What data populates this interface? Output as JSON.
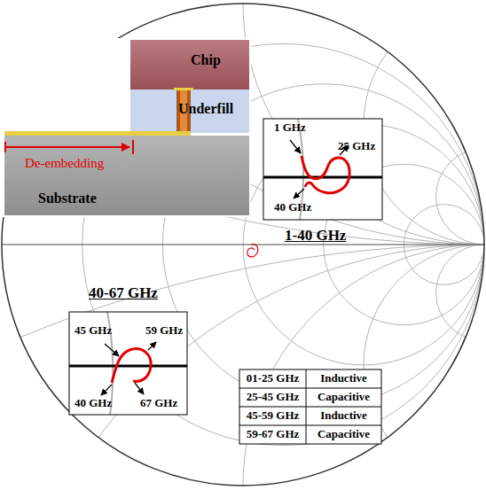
{
  "diagram": {
    "nodes": [
      {
        "text": [
          "Chip"
        ]
      },
      {
        "text": [
          "Underfill"
        ]
      },
      {
        "text": [
          "Substrate"
        ]
      },
      {
        "text": [
          "1 GHz",
          "25 GHz",
          "40 GHz",
          "1-40 GHz"
        ]
      },
      {
        "text": [
          "40-67 GHz",
          "45 GHz",
          "59 GHz",
          "40 GHz",
          "67 GHz"
        ]
      }
    ],
    "labels": [
      "De-embedding",
      "01-25 GHz",
      "Inductive",
      "25-45 GHz",
      "Capacitive",
      "45-59 GHz",
      "Inductive",
      "59-67 GHz",
      "Capacitive"
    ]
  }
}
